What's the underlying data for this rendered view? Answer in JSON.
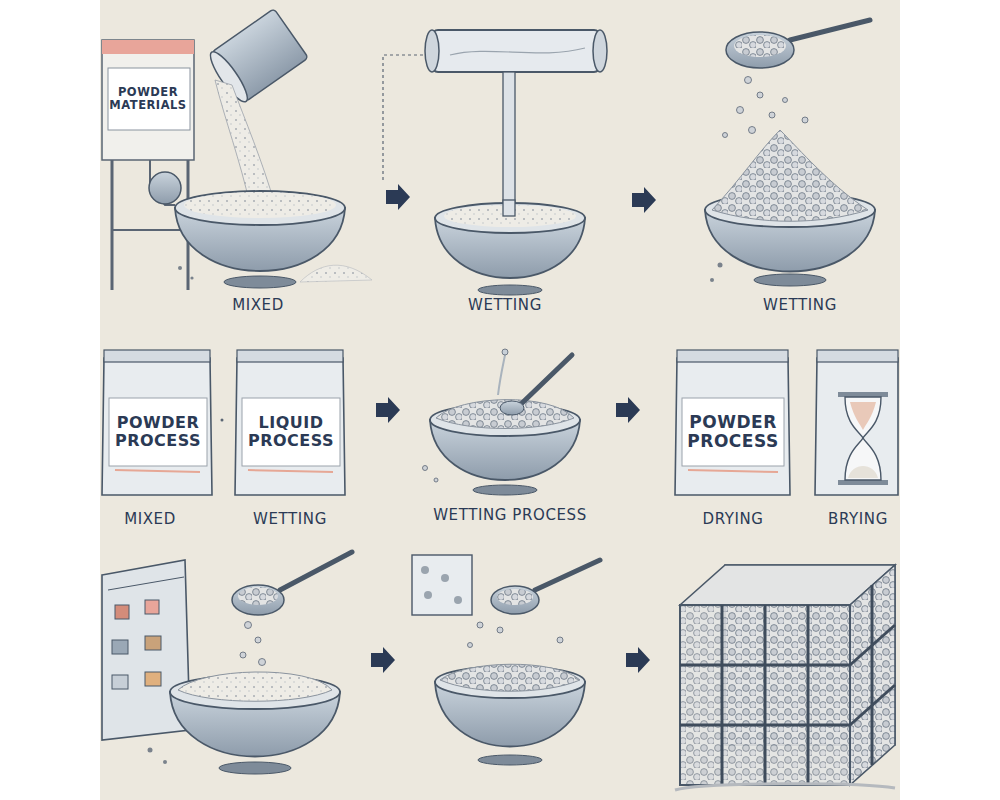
{
  "diagram": {
    "nodes": [
      {
        "text": [
          "POWDER MATERIALS"
        ]
      },
      {
        "text": [
          "POWDER PROCESS"
        ]
      },
      {
        "text": [
          "LIQUID PROCESS"
        ]
      },
      {
        "text": [
          "POWDER PROCESS"
        ]
      }
    ],
    "labels": [
      "MIXED",
      "WETTING",
      "WETTING",
      "MIXED",
      "WETTING",
      "WETTING PROCESS",
      "DRYING",
      "BRYING"
    ]
  }
}
